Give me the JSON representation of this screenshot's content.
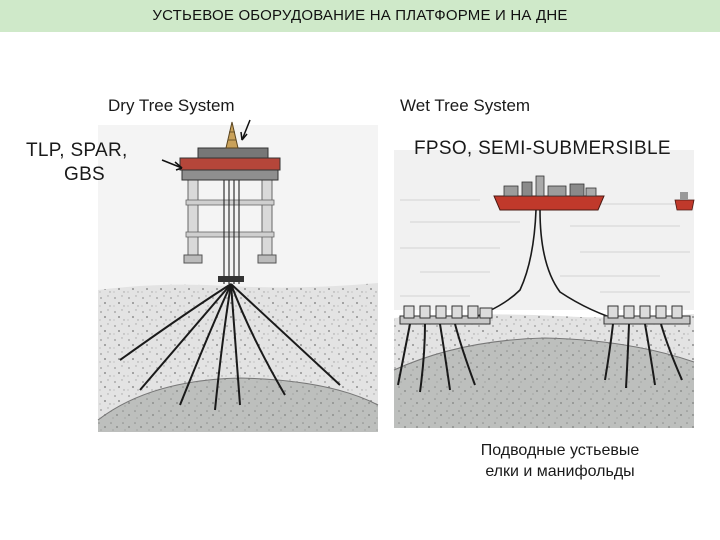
{
  "header": {
    "title": "УСТЬЕВОЕ ОБОРУДОВАНИЕ НА ПЛАТФОРМЕ И НА ДНЕ",
    "background": "#cfe9c9"
  },
  "left_panel": {
    "system_label": "Dry Tree System",
    "types_line1": "TLP, SPAR,",
    "types_line2": "GBS"
  },
  "right_panel": {
    "system_label": "Wet Tree System",
    "types_label": "FPSO, SEMI-SUBMERSIBLE",
    "caption_line1": "Подводные устьевые",
    "caption_line2": "елки и манифольды"
  },
  "colors": {
    "seabed": "#e1e1e1",
    "reservoir": "#b9bcb9",
    "water": "#ececec",
    "vessel_hull": "#c0392b",
    "platform_deck": "#b5463a"
  }
}
